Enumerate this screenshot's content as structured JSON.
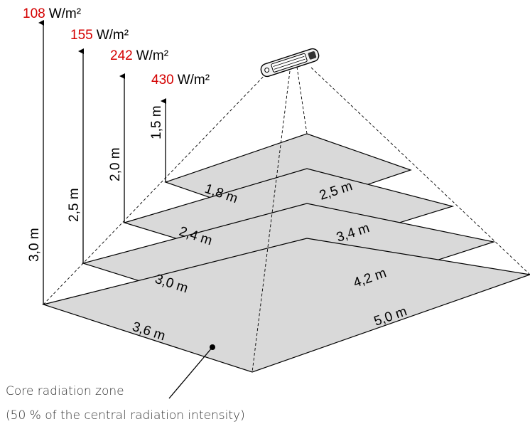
{
  "levels": [
    {
      "intensity": "108",
      "unit": "W/m²",
      "height": "3,0 m",
      "width": "3,6 m",
      "length": "5,0 m"
    },
    {
      "intensity": "155",
      "unit": "W/m²",
      "height": "2,5 m",
      "width": "3,0 m",
      "length": "4,2 m"
    },
    {
      "intensity": "242",
      "unit": "W/m²",
      "height": "2,0 m",
      "width": "2,4 m",
      "length": "3,4 m"
    },
    {
      "intensity": "430",
      "unit": "W/m²",
      "height": "1,5 m",
      "width": "1,8 m",
      "length": "2,5 m"
    }
  ],
  "caption": {
    "line1": "Core radiation zone",
    "line2": "(50 % of the central radiation intensity)"
  },
  "colors": {
    "intensity_value": "#d40000",
    "plane_fill": "#d9d9d9",
    "line": "#000000"
  },
  "icons": [
    "heater-icon"
  ]
}
